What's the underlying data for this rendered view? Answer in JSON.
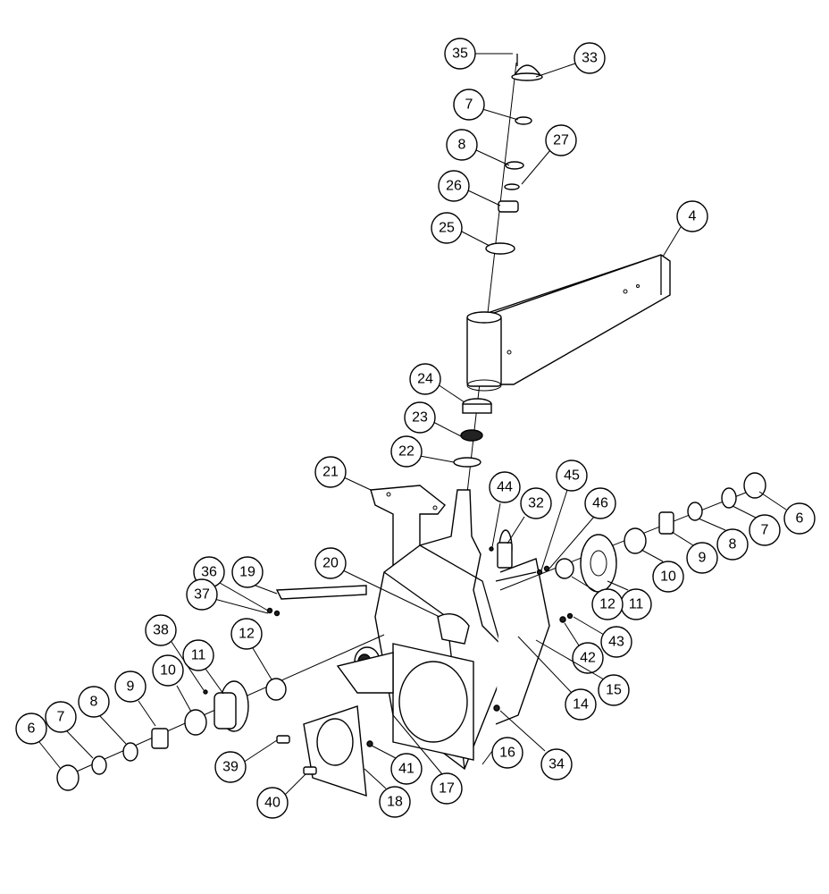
{
  "callouts": [
    "35",
    "33",
    "7",
    "8",
    "27",
    "26",
    "25",
    "4",
    "24",
    "23",
    "22",
    "21",
    "44",
    "32",
    "45",
    "46",
    "6",
    "7",
    "8",
    "9",
    "10",
    "11",
    "12",
    "36",
    "19",
    "20",
    "37",
    "38",
    "11",
    "12",
    "10",
    "9",
    "8",
    "7",
    "6",
    "42",
    "43",
    "15",
    "14",
    "34",
    "16",
    "17",
    "39",
    "41",
    "40",
    "18"
  ]
}
